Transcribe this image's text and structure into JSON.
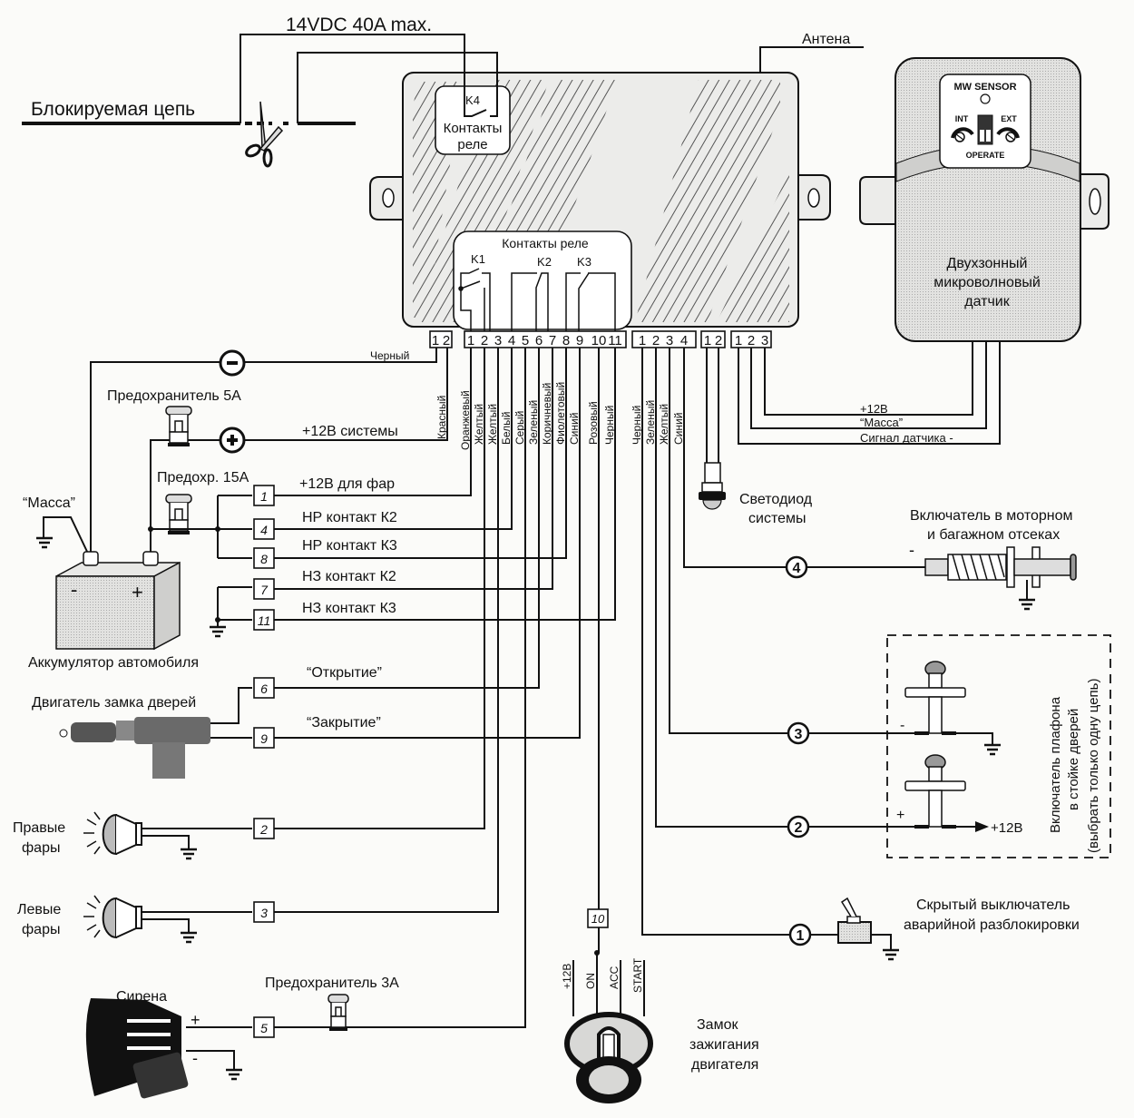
{
  "top": {
    "spec_label": "14VDC  40A   max.",
    "blocked_circuit": "Блокируемая цепь",
    "antenna": "Антена"
  },
  "main_unit": {
    "k4_label": "K4",
    "k4_caption_1": "Контакты",
    "k4_caption_2": "реле",
    "relay_caption": "Контакты реле",
    "relays": [
      "K1",
      "K2",
      "K3"
    ],
    "connector_a_pins": [
      "1",
      "2"
    ],
    "connector_b_pins": [
      "1",
      "2",
      "3",
      "4",
      "5",
      "6",
      "7",
      "8",
      "9",
      "10",
      "11"
    ],
    "connector_c_pins": [
      "1",
      "2",
      "3",
      "4"
    ],
    "connector_d_pins": [
      "1",
      "2"
    ],
    "connector_e_pins": [
      "1",
      "2",
      "3"
    ]
  },
  "wire_colors": {
    "connector_a": [
      "Черный",
      "Красный"
    ],
    "connector_b": [
      "Оранжевый",
      "Желтый",
      "Желтый",
      "Белый",
      "Серый",
      "Зеленый",
      "Коричневый",
      "Фиолетовый",
      "Синий",
      "Розовый",
      "Черный"
    ],
    "connector_c": [
      "Черный",
      "Зеленый",
      "Желтый",
      "Синий"
    ]
  },
  "sensor": {
    "brand": "MW SENSOR",
    "int": "INT",
    "ext": "EXT",
    "operate": "OPERATE",
    "title_1": "Двухзонный",
    "title_2": "микроволновый",
    "title_3": "датчик",
    "wires": [
      "+12В",
      "“Масса”",
      "Сигнал датчика -"
    ]
  },
  "power": {
    "fuse_5a": "Предохранитель 5А",
    "fuse_15a": "Предохр. 15А",
    "system_12v": "+12В системы",
    "ground_label": "“Масса”",
    "battery_minus": "-",
    "battery_plus": "+",
    "battery_caption": "Аккумулятор автомобиля"
  },
  "left_lines": [
    {
      "num": "1",
      "label": "+12В для фар"
    },
    {
      "num": "4",
      "label": "НР контакт К2"
    },
    {
      "num": "8",
      "label": "НР контакт К3"
    },
    {
      "num": "7",
      "label": "НЗ контакт К2"
    },
    {
      "num": "11",
      "label": "НЗ контакт К3"
    },
    {
      "num": "6",
      "label": "“Открытие”"
    },
    {
      "num": "9",
      "label": "“Закрытие”"
    },
    {
      "num": "2",
      "label": ""
    },
    {
      "num": "3",
      "label": ""
    },
    {
      "num": "5",
      "label": ""
    },
    {
      "num": "10",
      "label": ""
    }
  ],
  "devices": {
    "door_lock": "Двигатель замка дверей",
    "right_lights_1": "Правые",
    "right_lights_2": "фары",
    "left_lights_1": "Левые",
    "left_lights_2": "фары",
    "siren": "Сирена",
    "siren_plus": "+",
    "siren_minus": "-",
    "fuse_3a": "Предохранитель 3А",
    "ignition_1": "Замок",
    "ignition_2": "зажигания",
    "ignition_3": "двигателя",
    "ignition_terms": [
      "+12В",
      "ON",
      "ACC",
      "START"
    ],
    "led_1": "Светодиод",
    "led_2": "системы",
    "hood_switch_1": "Включатель в моторном",
    "hood_switch_2": "и багажном отсеках",
    "hood_minus": "-",
    "door_switch_1": "Включатель плафона",
    "door_switch_2": "в стойке дверей",
    "door_switch_3": "(выбрать только одну цепь)",
    "door_minus": "-",
    "door_plus": "+",
    "door_12v": "+12В",
    "hidden_switch_1": "Скрытый выключатель",
    "hidden_switch_2": "аварийной разблокировки"
  },
  "circle_markers": [
    "1",
    "2",
    "3",
    "4"
  ],
  "polarity": {
    "minus": "−",
    "plus": "+"
  }
}
